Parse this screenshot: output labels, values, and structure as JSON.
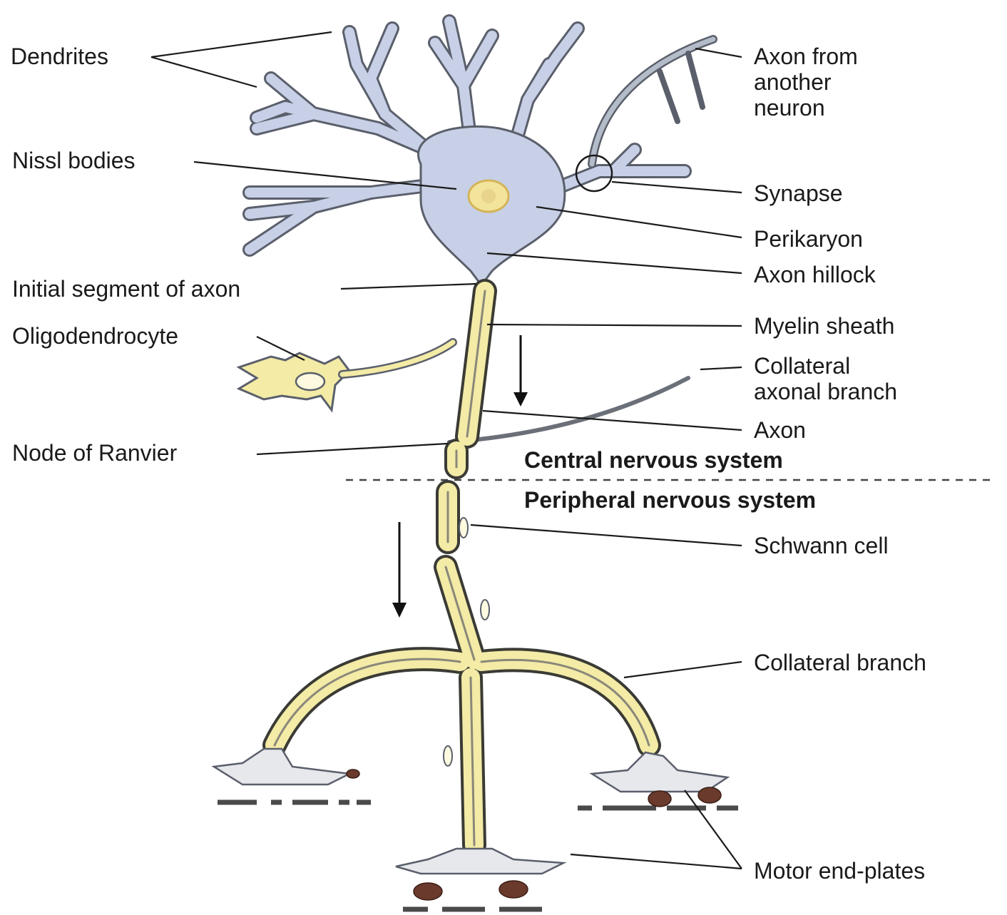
{
  "diagram": {
    "labels": {
      "dendrites": "Dendrites",
      "axon_from_another_neuron": [
        "Axon from",
        "another",
        "neuron"
      ],
      "nissl_bodies": "Nissl bodies",
      "synapse": "Synapse",
      "perikaryon": "Perikaryon",
      "axon_hillock": "Axon hillock",
      "initial_segment": "Initial segment of axon",
      "myelin_sheath": "Myelin sheath",
      "oligodendrocyte": "Oligodendrocyte",
      "collateral_axonal_branch": [
        "Collateral",
        "axonal branch"
      ],
      "axon": "Axon",
      "node_of_ranvier": "Node of Ranvier",
      "central_nervous_system": "Central nervous system",
      "peripheral_nervous_system": "Peripheral nervous system",
      "schwann_cell": "Schwann cell",
      "collateral_branch": "Collateral branch",
      "motor_end_plates": "Motor end-plates"
    },
    "colors": {
      "cell_body": "#c7d0e6",
      "myelin": "#f3eba6",
      "outline": "#3b3b35",
      "end_plate_pellet": "#6a3a2c"
    }
  }
}
